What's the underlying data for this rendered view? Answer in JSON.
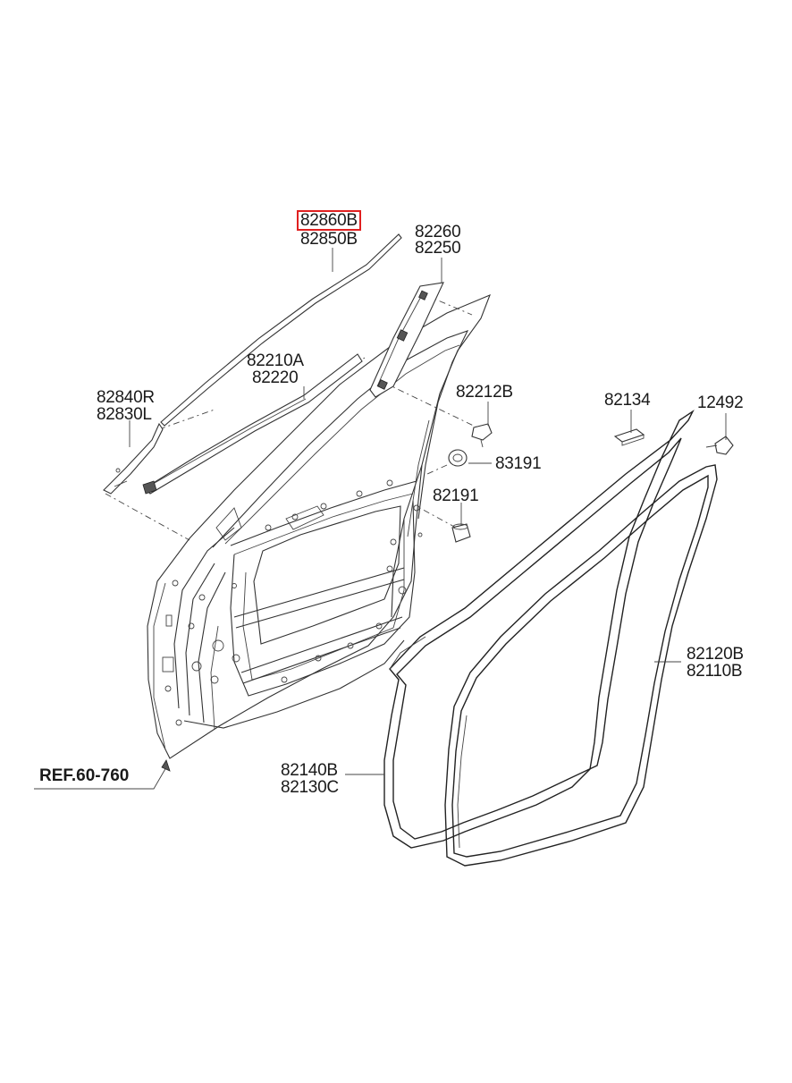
{
  "parts": {
    "p82860B": "82860B",
    "p82850B": "82850B",
    "p82260": "82260",
    "p82250": "82250",
    "p82210A": "82210A",
    "p82220": "82220",
    "p82840R": "82840R",
    "p82830L": "82830L",
    "p82212B": "82212B",
    "p83191": "83191",
    "p82191": "82191",
    "p82134": "82134",
    "p12492": "12492",
    "p82120B": "82120B",
    "p82110B": "82110B",
    "p82140B": "82140B",
    "p82130C": "82130C"
  },
  "reference": "REF.60-760",
  "colors": {
    "highlight": "#e02020",
    "line": "#333333"
  }
}
